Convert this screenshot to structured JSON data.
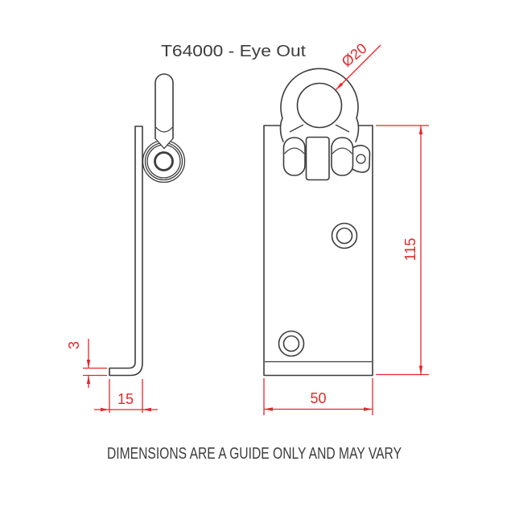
{
  "title": "T64000 - Eye Out",
  "footer": "DIMENSIONS ARE A GUIDE ONLY AND MAY VARY",
  "colors": {
    "line": "#3d3d3d",
    "dimension": "#e8262a",
    "background": "#ffffff"
  },
  "dimensions": {
    "eye_diameter": "Ø20",
    "overall_height": "115",
    "plate_width": "50",
    "foot_length": "15",
    "plate_thickness": "3"
  }
}
